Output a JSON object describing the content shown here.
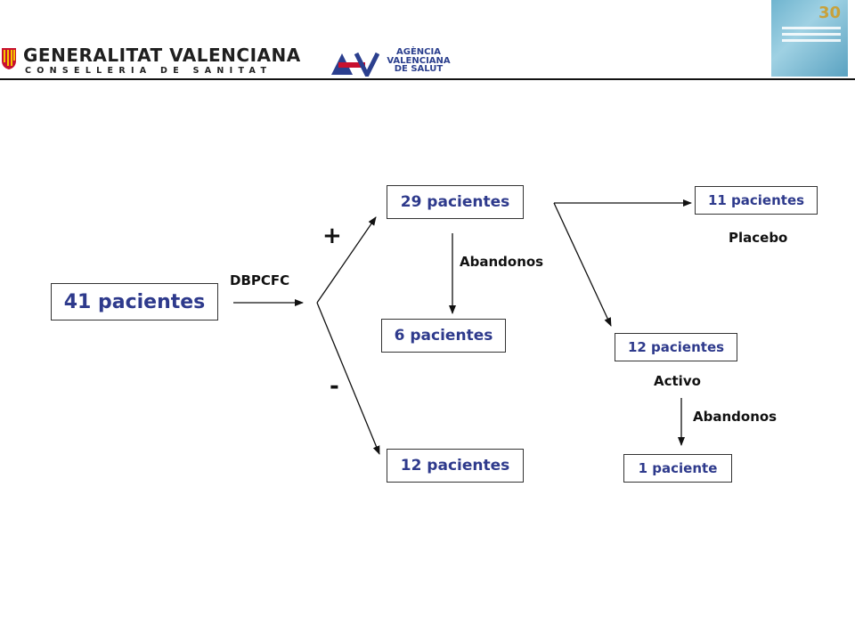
{
  "header": {
    "org_name": "GENERALITAT VALENCIANA",
    "org_department": "CONSELLERIA DE SANITAT",
    "agency_line1": "AGÈNCIA",
    "agency_line2": "VALENCIANA",
    "agency_line3": "DE SALUT",
    "badge_number": "30",
    "accent_color": "#2e3a8c"
  },
  "diagram": {
    "start_box": "41 pacientes",
    "test_label": "DBPCFC",
    "positive_sign": "+",
    "negative_sign": "-",
    "positive_box": "29 pacientes",
    "negative_box": "12 pacientes",
    "dropout_label_1": "Abandonos",
    "dropout_box_1": "6 pacientes",
    "placebo_box": "11 pacientes",
    "placebo_label": "Placebo",
    "active_box": "12 pacientes",
    "active_label": "Activo",
    "dropout_label_2": "Abandonos",
    "dropout_box_2": "1 paciente"
  }
}
